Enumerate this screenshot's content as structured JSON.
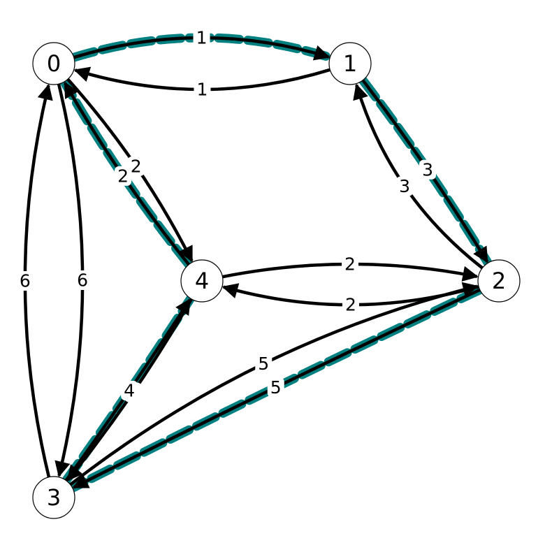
{
  "graph": {
    "nodes": [
      {
        "id": "0",
        "label": "0"
      },
      {
        "id": "1",
        "label": "1"
      },
      {
        "id": "2",
        "label": "2"
      },
      {
        "id": "3",
        "label": "3"
      },
      {
        "id": "4",
        "label": "4"
      }
    ],
    "edges": [
      {
        "from": "0",
        "to": "1",
        "weight": "1",
        "highlighted": true
      },
      {
        "from": "1",
        "to": "0",
        "weight": "1",
        "highlighted": false
      },
      {
        "from": "1",
        "to": "2",
        "weight": "3",
        "highlighted": true
      },
      {
        "from": "2",
        "to": "1",
        "weight": "3",
        "highlighted": false
      },
      {
        "from": "0",
        "to": "4",
        "weight": "2",
        "highlighted": false
      },
      {
        "from": "4",
        "to": "0",
        "weight": "2",
        "highlighted": true
      },
      {
        "from": "0",
        "to": "3",
        "weight": "6",
        "highlighted": false
      },
      {
        "from": "3",
        "to": "0",
        "weight": "6",
        "highlighted": false
      },
      {
        "from": "2",
        "to": "4",
        "weight": "2",
        "highlighted": false
      },
      {
        "from": "4",
        "to": "2",
        "weight": "2",
        "highlighted": false
      },
      {
        "from": "4",
        "to": "3",
        "weight": "4",
        "highlighted": false
      },
      {
        "from": "3",
        "to": "4",
        "weight": "4",
        "highlighted": true
      },
      {
        "from": "2",
        "to": "3",
        "weight": "5",
        "highlighted": true
      },
      {
        "from": "3",
        "to": "2",
        "weight": "5",
        "highlighted": false
      }
    ],
    "colors": {
      "edge": "#000000",
      "highlight": "#008080",
      "node_fill": "#ffffff",
      "node_stroke": "#000000"
    }
  }
}
